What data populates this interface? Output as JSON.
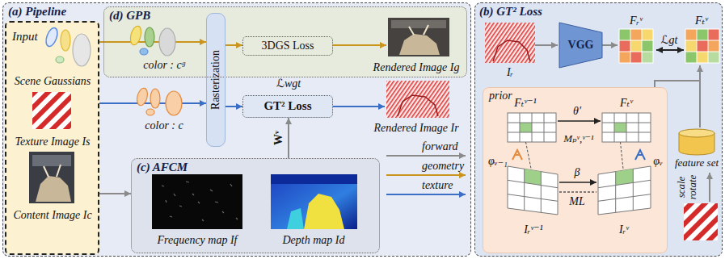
{
  "diagram": {
    "nodes": [
      {
        "text": [
          "(a) Pipeline"
        ]
      },
      {
        "text": [
          "Input",
          "Scene Gaussians",
          "Texture Image Is",
          "Content Image Ic"
        ],
        "in": 0
      },
      {
        "text": [
          "(d) GPB"
        ],
        "in": 0
      },
      {
        "text": [
          "Rasterization"
        ],
        "in": 0
      },
      {
        "text": [
          "3DGS Loss"
        ],
        "in": 2
      },
      {
        "text": [
          "GT² Loss"
        ],
        "in": 0
      },
      {
        "text": [
          "(c) AFCM"
        ],
        "in": 0
      },
      {
        "text": [
          "(b) GT² Loss"
        ]
      },
      {
        "text": [
          "VGG"
        ],
        "in": 7
      },
      {
        "text": [
          "prior"
        ],
        "in": 7
      },
      {
        "text": [
          "feature set"
        ],
        "in": 7
      }
    ],
    "edges": [
      {
        "from": 1,
        "to": 3,
        "arrow": "to"
      },
      {
        "from": 1,
        "to": 3,
        "arrow": "to"
      },
      {
        "from": 3,
        "to": 4,
        "arrow": "to"
      },
      {
        "from": 3,
        "to": 5,
        "arrow": "to"
      },
      {
        "from": 1,
        "to": 6,
        "arrow": "to"
      },
      {
        "from": 6,
        "to": 5,
        "label": "Wᵛ",
        "arrow": "to"
      }
    ],
    "labels": [
      "color : cᵍ",
      "color : c",
      "Rendered Image Ig",
      "Rendered Image Ir",
      "ℒwgt",
      "Frequency map If",
      "Depth map Id",
      "Iᵣ",
      "Fᵣᵛ",
      "ℒgt",
      "Fₜᵛ",
      "Fₜᵛ⁻¹",
      "θ′",
      "Fₜᵛ",
      "Mₚᵛ,ᵛ⁻¹",
      "φᵥ₋₁",
      "φᵥ",
      "β",
      "ML",
      "Iᵣᵛ⁻¹",
      "Iᵣᵛ",
      "scale",
      "rotate"
    ],
    "legend": [
      {
        "text": "forward"
      },
      {
        "text": "geometry"
      },
      {
        "text": "texture"
      }
    ]
  }
}
